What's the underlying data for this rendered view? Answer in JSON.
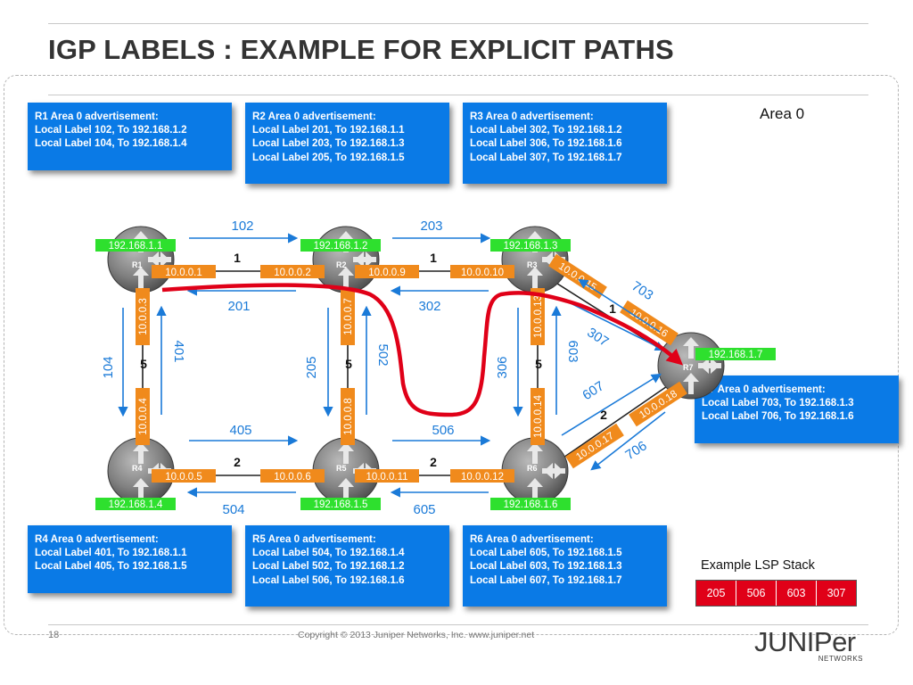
{
  "title": "IGP LABELS : EXAMPLE FOR EXPLICIT PATHS",
  "area_label": "Area 0",
  "advertisements": [
    {
      "id": "r1",
      "title": "R1 Area 0 advertisement:",
      "lines": [
        "Local Label 102, To 192.168.1.2",
        "Local Label 104, To 192.168.1.4"
      ]
    },
    {
      "id": "r2",
      "title": "R2 Area 0 advertisement:",
      "lines": [
        "Local Label 201, To 192.168.1.1",
        "Local Label 203, To 192.168.1.3",
        "Local Label 205, To 192.168.1.5"
      ]
    },
    {
      "id": "r3",
      "title": "R3 Area 0 advertisement:",
      "lines": [
        "Local Label 302, To 192.168.1.2",
        "Local Label 306, To 192.168.1.6",
        "Local Label 307, To 192.168.1.7"
      ]
    },
    {
      "id": "r7",
      "title": "R7 Area 0 advertisement:",
      "lines": [
        "Local Label 703, To 192.168.1.3",
        "Local Label 706, To 192.168.1.6"
      ]
    },
    {
      "id": "r4",
      "title": "R4 Area 0 advertisement:",
      "lines": [
        "Local Label 401, To 192.168.1.1",
        "Local Label 405, To 192.168.1.5"
      ]
    },
    {
      "id": "r5",
      "title": "R5 Area 0 advertisement:",
      "lines": [
        "Local Label 504, To 192.168.1.4",
        "Local Label 502, To 192.168.1.2",
        "Local Label 506, To 192.168.1.6"
      ]
    },
    {
      "id": "r6",
      "title": "R6 Area 0 advertisement:",
      "lines": [
        "Local Label 605, To 192.168.1.5",
        "Local Label 603, To 192.168.1.3",
        "Local Label 607, To 192.168.1.7"
      ]
    }
  ],
  "routers": [
    {
      "id": "R1",
      "name": "R1",
      "loopback": "192.168.1.1"
    },
    {
      "id": "R2",
      "name": "R2",
      "loopback": "192.168.1.2"
    },
    {
      "id": "R3",
      "name": "R3",
      "loopback": "192.168.1.3"
    },
    {
      "id": "R4",
      "name": "R4",
      "loopback": "192.168.1.4"
    },
    {
      "id": "R5",
      "name": "R5",
      "loopback": "192.168.1.5"
    },
    {
      "id": "R6",
      "name": "R6",
      "loopback": "192.168.1.6"
    },
    {
      "id": "R7",
      "name": "R7",
      "loopback": "192.168.1.7"
    }
  ],
  "interfaces": [
    "10.0.0.1",
    "10.0.0.2",
    "10.0.0.9",
    "10.0.0.10",
    "10.0.0.15",
    "10.0.0.3",
    "10.0.0.7",
    "10.0.0.13",
    "10.0.0.16",
    "10.0.0.4",
    "10.0.0.8",
    "10.0.0.14",
    "10.0.0.18",
    "10.0.0.17",
    "10.0.0.5",
    "10.0.0.6",
    "10.0.0.11",
    "10.0.0.12"
  ],
  "link_metrics": [
    "1",
    "1",
    "5",
    "5",
    "5",
    "1",
    "2",
    "2",
    "2"
  ],
  "labels": [
    "102",
    "203",
    "201",
    "302",
    "104",
    "401",
    "205",
    "502",
    "306",
    "603",
    "703",
    "307",
    "607",
    "706",
    "405",
    "506",
    "504",
    "605"
  ],
  "lsp_stack_label": "Example LSP Stack",
  "lsp_stack": [
    "205",
    "506",
    "603",
    "307"
  ],
  "colors": {
    "advert_blue": "#0a7ae6",
    "label_blue": "#1a7ad8",
    "interface_orange": "#f08a1c",
    "loopback_green": "#2ee02e",
    "path_red": "#e00018",
    "link": "#222222"
  },
  "footer": {
    "page": "18",
    "copyright": "Copyright © 2013 Juniper Networks, Inc.     www.juniper.net"
  },
  "logo": {
    "word": "JUNIPer",
    "sub": "NETWORKS"
  }
}
